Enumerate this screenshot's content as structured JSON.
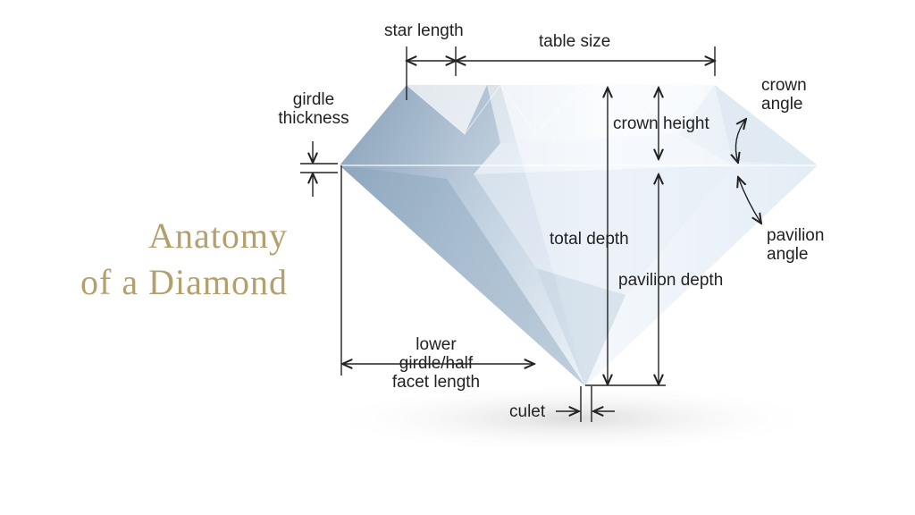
{
  "title": {
    "line1": "Anatomy",
    "line2": "of a Diamond"
  },
  "colors": {
    "title": "#b3a06e",
    "text": "#222222",
    "diamond_light": "#eef4fb",
    "diamond_mid": "#c9d7e6",
    "diamond_dark": "#6f8aa3"
  },
  "labels": {
    "star_length": "star length",
    "table_size": "table size",
    "girdle_thickness_1": "girdle",
    "girdle_thickness_2": "thickness",
    "crown_angle_1": "crown",
    "crown_angle_2": "angle",
    "crown_height": "crown height",
    "total_depth": "total depth",
    "pavilion_angle_1": "pavilion",
    "pavilion_angle_2": "angle",
    "pavilion_depth": "pavilion depth",
    "lower_girdle_1": "lower",
    "lower_girdle_2": "girdle/half",
    "lower_girdle_3": "facet length",
    "culet": "culet"
  }
}
